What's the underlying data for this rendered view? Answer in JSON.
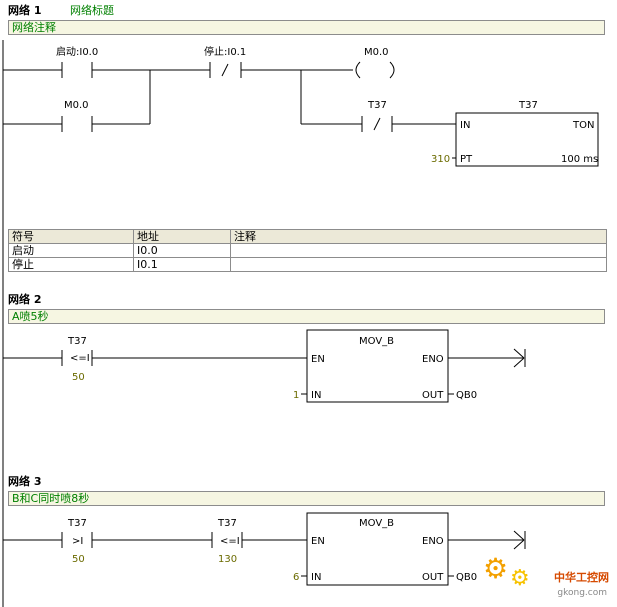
{
  "networks": [
    {
      "number_label": "网络 1",
      "title": "网络标题",
      "comment": "网络注释",
      "rung1": {
        "contact1_label": "启动:I0.0",
        "contact2_label": "停止:I0.1",
        "contact2_symbol": "/",
        "coil_label": "M0.0"
      },
      "rung1_branch": {
        "contact_label": "M0.0"
      },
      "rung2": {
        "contact_label": "T37",
        "contact_symbol": "/",
        "box_name": "T37",
        "box_in": "IN",
        "box_type": "TON",
        "box_pt": "PT",
        "box_ms": "100 ms",
        "pt_value": "310"
      }
    },
    {
      "number_label": "网络 2",
      "comment": "A喷5秒",
      "contact_label": "T37",
      "contact_symbol": "<=I",
      "contact_value": "50",
      "box_name": "MOV_B",
      "box_en": "EN",
      "box_eno": "ENO",
      "box_in": "IN",
      "box_out": "OUT",
      "in_value": "1",
      "out_value": "QB0"
    },
    {
      "number_label": "网络 3",
      "comment": "B和C同时喷8秒",
      "contact1_label": "T37",
      "contact1_symbol": ">I",
      "contact1_value": "50",
      "contact2_label": "T37",
      "contact2_symbol": "<=I",
      "contact2_value": "130",
      "box_name": "MOV_B",
      "box_en": "EN",
      "box_eno": "ENO",
      "box_in": "IN",
      "box_out": "OUT",
      "in_value": "6",
      "out_value": "QB0"
    }
  ],
  "symbol_table": {
    "headers": [
      "符号",
      "地址",
      "注释"
    ],
    "rows": [
      [
        "启动",
        "I0.0",
        ""
      ],
      [
        "停止",
        "I0.1",
        ""
      ]
    ]
  },
  "watermark": {
    "text": "中华工控网",
    "url": "gkong.com"
  },
  "colors": {
    "comment_bg": "#f6f6e2",
    "comment_text": "#008000",
    "value_text": "#6b6b00"
  }
}
